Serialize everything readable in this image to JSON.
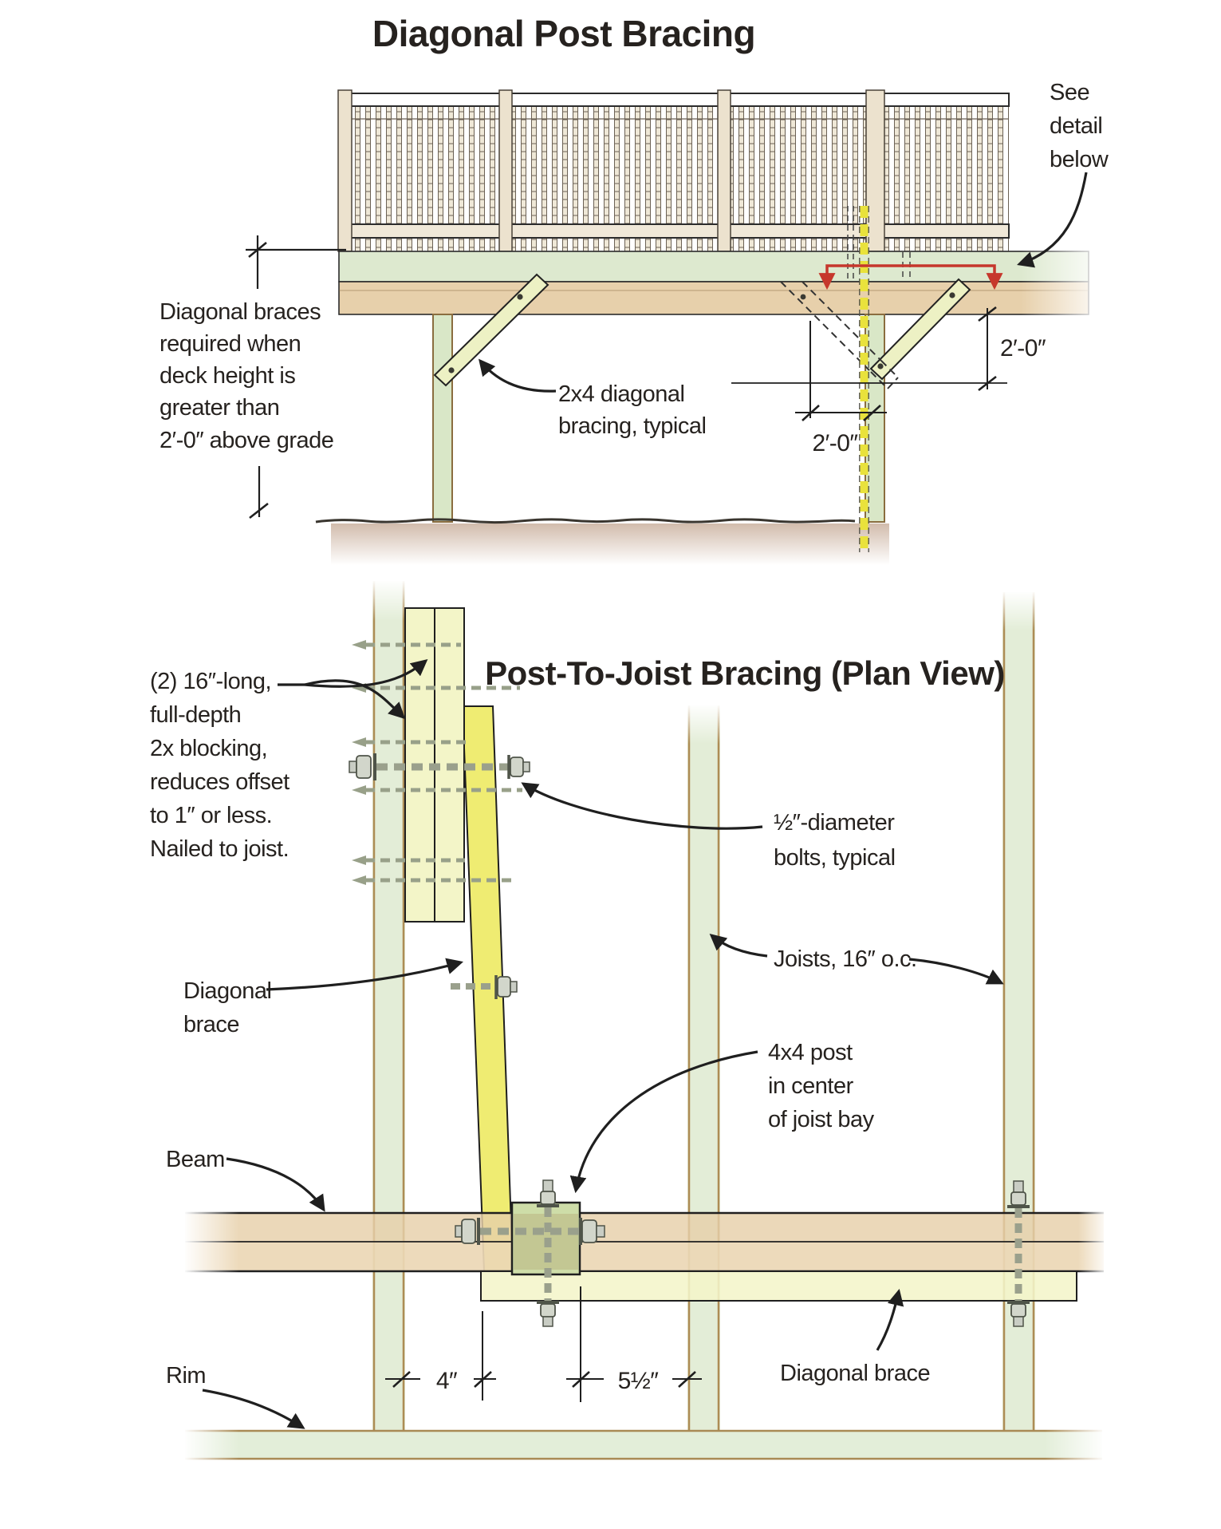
{
  "colors": {
    "text": "#26221f",
    "outline": "#1f1f1f",
    "wood_tan": "#e7d0ab",
    "wood_tan_light": "#eedcbd",
    "deck_green": "#dde9cf",
    "post_green": "#d9e7c7",
    "joist_green": "#e3edd7",
    "joist_edge": "#ad8c55",
    "brace_pale": "#edf1c4",
    "brace_yellow": "#efec72",
    "blocking_pale": "#f3f5c8",
    "highlight_yellow": "#e9e23c",
    "detail_red": "#c6372c",
    "hardware_gray": "#9aa08c",
    "dirt_brown": "#a47858"
  },
  "top_diagram": {
    "title": "Diagonal Post Bracing",
    "see_detail": [
      "See",
      "detail",
      "below"
    ],
    "height_note": [
      "Diagonal braces",
      "required when",
      "deck height is",
      "greater than",
      "2′-0″ above grade"
    ],
    "brace_callout": [
      "2x4 diagonal",
      "bracing, typical"
    ],
    "dim_bottom": "2′-0″",
    "dim_right": "2′-0″"
  },
  "plan_diagram": {
    "title": "Post-To-Joist Bracing (Plan View)",
    "blocking_note": [
      "(2) 16″-long,",
      "full-depth",
      "2x blocking,",
      "reduces offset",
      "to 1″ or less.",
      "Nailed to joist."
    ],
    "bolts_label": [
      "½″-diameter",
      "bolts, typical"
    ],
    "joists_label": "Joists, 16″ o.c.",
    "post_label": [
      "4x4 post",
      "in center",
      "of joist bay"
    ],
    "diagonal_brace_label": [
      "Diagonal",
      "brace"
    ],
    "beam_label": "Beam",
    "rim_label": "Rim",
    "diagonal_brace_label2": "Diagonal brace",
    "dim_offset": "4″",
    "dim_post": "5½″"
  }
}
